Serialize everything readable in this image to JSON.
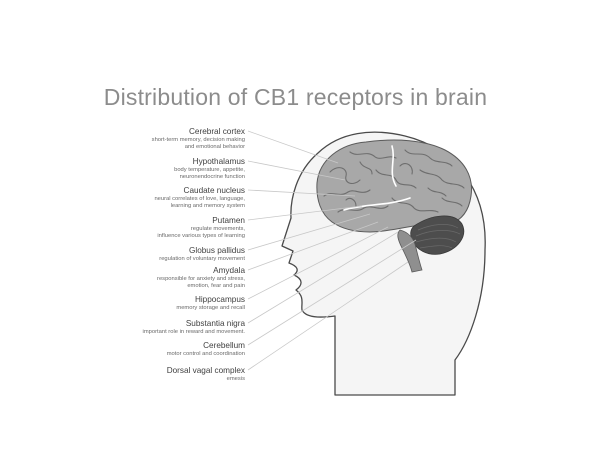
{
  "title": "Distribution of CB1 receptors in brain",
  "regions": [
    {
      "name": "Cerebral cortex",
      "desc": [
        "short-term memory, decision making",
        "and emotional behavior"
      ]
    },
    {
      "name": "Hypothalamus",
      "desc": [
        "body temperature, appetite,",
        "neuronendocrine function"
      ]
    },
    {
      "name": "Caudate nucleus",
      "desc": [
        "neural correlates of love, language,",
        "learning and memory system"
      ]
    },
    {
      "name": "Putamen",
      "desc": [
        "regulate movements,",
        "influence various types of learning"
      ]
    },
    {
      "name": "Globus pallidus",
      "desc": [
        "regulation of voluntary movement"
      ]
    },
    {
      "name": "Amydala",
      "desc": [
        "responsible for anxiety and stress,",
        "emotion, fear and pain"
      ]
    },
    {
      "name": "Hippocampus",
      "desc": [
        "memory storage and recall"
      ]
    },
    {
      "name": "Substantia nigra",
      "desc": [
        "important role in reward and movement."
      ]
    },
    {
      "name": "Cerebellum",
      "desc": [
        "motor control and coordination"
      ]
    },
    {
      "name": "Dorsal vagal complex",
      "desc": [
        "emesis"
      ]
    }
  ],
  "colors": {
    "title": "#8c8c8c",
    "head_fill": "#f5f5f5",
    "head_stroke": "#4a4a4a",
    "brain": "#a8a8a8",
    "cerebellum": "#4d4d4d",
    "leader": "#c8c8c8"
  }
}
